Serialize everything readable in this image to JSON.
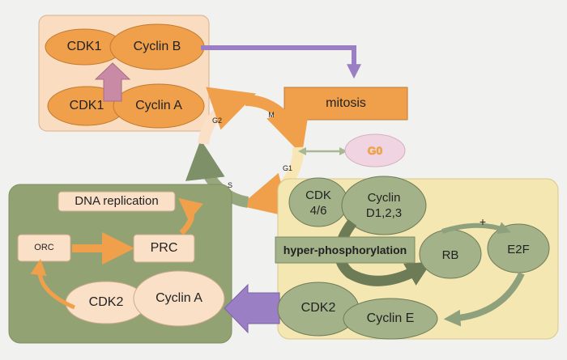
{
  "cdk1_top": "CDK1",
  "cyclin_b": "Cyclin B",
  "cdk1_bottom": "CDK1",
  "cyclin_a_top": "Cyclin A",
  "mitosis": "mitosis",
  "phase_m": "M",
  "phase_g2": "G2",
  "phase_g1": "G1",
  "phase_s": "S",
  "g0": "G0",
  "dna_replication": "DNA replication",
  "orc": "ORC",
  "prc": "PRC",
  "cdk2_left": "CDK2",
  "cyclin_a_bottom": "Cyclin A",
  "cdk46_line1": "CDK",
  "cdk46_line2": "4/6",
  "cyclin_d_line1": "Cyclin",
  "cyclin_d_line2": "D1,2,3",
  "hyper_phosphorylation": "hyper-phosphorylation",
  "rb": "RB",
  "e2f": "E2F",
  "plus_sign": "+",
  "cdk2_right": "CDK2",
  "cyclin_e": "Cyclin E",
  "colors": {
    "page_bg": "#f1f1f0",
    "peach_panel": "#fadcc0",
    "orange_node": "#f0a04b",
    "green_panel": "#93a273",
    "yellow_panel": "#f5e7b2",
    "sage_node": "#a4b28a",
    "light_peach_node": "#fbe0c8",
    "purple_arrow": "#9b7fc4",
    "pink_arrow": "#c98aa6",
    "g0_fill": "#f1d4e1",
    "g0_text": "#f0a23c"
  }
}
